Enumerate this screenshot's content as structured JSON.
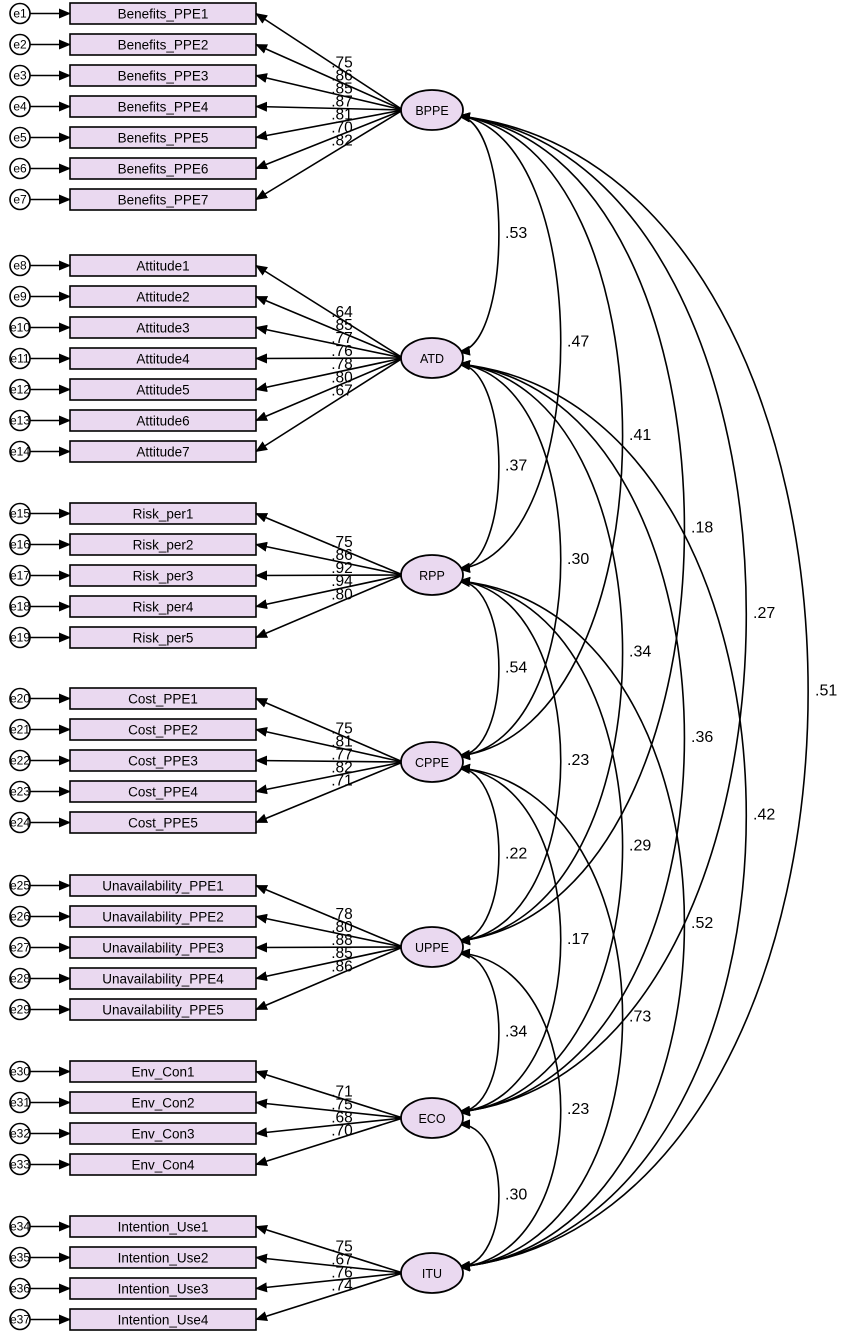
{
  "colors": {
    "box_fill": "#ead9f0",
    "box_stroke": "#000000",
    "line": "#000000"
  },
  "latents": [
    {
      "label": "BPPE",
      "indicators": [
        {
          "error": "e1",
          "name": "Benefits_PPE1",
          "loading": ".75"
        },
        {
          "error": "e2",
          "name": "Benefits_PPE2",
          "loading": ".86"
        },
        {
          "error": "e3",
          "name": "Benefits_PPE3",
          "loading": ".85"
        },
        {
          "error": "e4",
          "name": "Benefits_PPE4",
          "loading": ".87"
        },
        {
          "error": "e5",
          "name": "Benefits_PPE5",
          "loading": ".81"
        },
        {
          "error": "e6",
          "name": "Benefits_PPE6",
          "loading": ".70"
        },
        {
          "error": "e7",
          "name": "Benefits_PPE7",
          "loading": ".82"
        }
      ]
    },
    {
      "label": "ATD",
      "indicators": [
        {
          "error": "e8",
          "name": "Attitude1",
          "loading": ".64"
        },
        {
          "error": "e9",
          "name": "Attitude2",
          "loading": ".85"
        },
        {
          "error": "e10",
          "name": "Attitude3",
          "loading": ".77"
        },
        {
          "error": "e11",
          "name": "Attitude4",
          "loading": ".76"
        },
        {
          "error": "e12",
          "name": "Attitude5",
          "loading": ".78"
        },
        {
          "error": "e13",
          "name": "Attitude6",
          "loading": ".80"
        },
        {
          "error": "e14",
          "name": "Attitude7",
          "loading": ".67"
        }
      ]
    },
    {
      "label": "RPP",
      "indicators": [
        {
          "error": "e15",
          "name": "Risk_per1",
          "loading": ".75"
        },
        {
          "error": "e16",
          "name": "Risk_per2",
          "loading": ".86"
        },
        {
          "error": "e17",
          "name": "Risk_per3",
          "loading": ".92"
        },
        {
          "error": "e18",
          "name": "Risk_per4",
          "loading": ".94"
        },
        {
          "error": "e19",
          "name": "Risk_per5",
          "loading": ".80"
        }
      ]
    },
    {
      "label": "CPPE",
      "indicators": [
        {
          "error": "e20",
          "name": "Cost_PPE1",
          "loading": ".75"
        },
        {
          "error": "e21",
          "name": "Cost_PPE2",
          "loading": ".81"
        },
        {
          "error": "e22",
          "name": "Cost_PPE3",
          "loading": ".77"
        },
        {
          "error": "e23",
          "name": "Cost_PPE4",
          "loading": ".82"
        },
        {
          "error": "e24",
          "name": "Cost_PPE5",
          "loading": ".71"
        }
      ]
    },
    {
      "label": "UPPE",
      "indicators": [
        {
          "error": "e25",
          "name": "Unavailability_PPE1",
          "loading": ".78"
        },
        {
          "error": "e26",
          "name": "Unavailability_PPE2",
          "loading": ".80"
        },
        {
          "error": "e27",
          "name": "Unavailability_PPE3",
          "loading": ".88"
        },
        {
          "error": "e28",
          "name": "Unavailability_PPE4",
          "loading": ".85"
        },
        {
          "error": "e29",
          "name": "Unavailability_PPE5",
          "loading": ".86"
        }
      ]
    },
    {
      "label": "ECO",
      "indicators": [
        {
          "error": "e30",
          "name": "Env_Con1",
          "loading": ".71"
        },
        {
          "error": "e31",
          "name": "Env_Con2",
          "loading": ".75"
        },
        {
          "error": "e32",
          "name": "Env_Con3",
          "loading": ".68"
        },
        {
          "error": "e33",
          "name": "Env_Con4",
          "loading": ".70"
        }
      ]
    },
    {
      "label": "ITU",
      "indicators": [
        {
          "error": "e34",
          "name": "Intention_Use1",
          "loading": ".75"
        },
        {
          "error": "e35",
          "name": "Intention_Use2",
          "loading": ".67"
        },
        {
          "error": "e36",
          "name": "Intention_Use3",
          "loading": ".76"
        },
        {
          "error": "e37",
          "name": "Intention_Use4",
          "loading": ".74"
        }
      ]
    }
  ],
  "correlations": [
    {
      "from": "BPPE",
      "to": "ATD",
      "value": ".53"
    },
    {
      "from": "BPPE",
      "to": "RPP",
      "value": ".47"
    },
    {
      "from": "BPPE",
      "to": "CPPE",
      "value": ".41"
    },
    {
      "from": "BPPE",
      "to": "UPPE",
      "value": ".18"
    },
    {
      "from": "BPPE",
      "to": "ECO",
      "value": ".27"
    },
    {
      "from": "BPPE",
      "to": "ITU",
      "value": ".51"
    },
    {
      "from": "ATD",
      "to": "RPP",
      "value": ".37"
    },
    {
      "from": "ATD",
      "to": "CPPE",
      "value": ".30"
    },
    {
      "from": "ATD",
      "to": "UPPE",
      "value": ".34"
    },
    {
      "from": "ATD",
      "to": "ECO",
      "value": ".36"
    },
    {
      "from": "ATD",
      "to": "ITU",
      "value": ".42"
    },
    {
      "from": "RPP",
      "to": "CPPE",
      "value": ".54"
    },
    {
      "from": "RPP",
      "to": "UPPE",
      "value": ".23"
    },
    {
      "from": "RPP",
      "to": "ECO",
      "value": ".29"
    },
    {
      "from": "RPP",
      "to": "ITU",
      "value": ".52"
    },
    {
      "from": "CPPE",
      "to": "UPPE",
      "value": ".22"
    },
    {
      "from": "CPPE",
      "to": "ECO",
      "value": ".17"
    },
    {
      "from": "CPPE",
      "to": "ITU",
      "value": ".73"
    },
    {
      "from": "UPPE",
      "to": "ECO",
      "value": ".34"
    },
    {
      "from": "UPPE",
      "to": "ITU",
      "value": ".23"
    },
    {
      "from": "ECO",
      "to": "ITU",
      "value": ".30"
    }
  ]
}
